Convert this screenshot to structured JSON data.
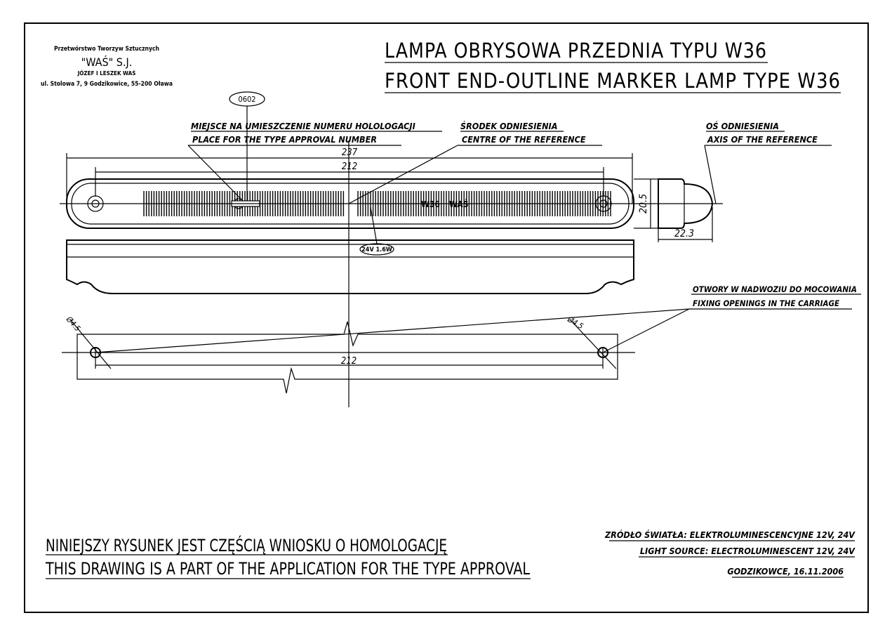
{
  "company": {
    "line1": "Przetwórstwo Tworzyw Sztucznych",
    "line2": "\"WAŚ\" S.J.",
    "line3": "JÓZEF I LESZEK WAŚ",
    "line4": "ul. Stolowa 7, 9 Godzikowice, 55-200 Oława"
  },
  "title": {
    "pl": "LAMPA OBRYSOWA PRZEDNIA TYPU W36",
    "en": "FRONT END-OUTLINE MARKER LAMP TYPE W36"
  },
  "callouts": {
    "approval_code": "0602",
    "rating": "24V  1.6W",
    "lamp_marking": "W36",
    "brand_marking": "WAŚ"
  },
  "labels": {
    "approval_place_pl": "MIEJSCE NA UMIESZCZENIE NUMERU HOLOLOGACJI",
    "approval_place_en": "PLACE FOR THE TYPE APPROVAL NUMBER",
    "centre_pl": "ŚRODEK ODNIESIENIA",
    "centre_en": "CENTRE OF THE REFERENCE",
    "axis_pl": "OŚ ODNIESIENIA",
    "axis_en": "AXIS OF THE REFERENCE",
    "openings_pl": "OTWORY W NADWOZIU DO MOCOWANIA",
    "openings_en": "FIXING OPENINGS IN THE CARRIAGE"
  },
  "dimensions": {
    "overall_length": "237",
    "hole_spacing": "212",
    "height": "20.5",
    "depth": "22.3",
    "hole_spacing_bottom": "212",
    "hole_diameter_left": "Ø4.5",
    "hole_diameter_right": "Ø4.5"
  },
  "footer": {
    "note_pl": "NINIEJSZY RYSUNEK JEST CZĘŚCIĄ WNIOSKU O HOMOLOGACJĘ",
    "note_en": "THIS DRAWING IS A PART OF THE APPLICATION FOR THE TYPE APPROVAL",
    "light_source_pl": "ZRÓDŁO ŚWIATŁA: ELEKTROLUMINESCENCYJNE 12V, 24V",
    "light_source_en": "LIGHT SOURCE: ELECTROLUMINESCENT 12V, 24V",
    "place_date": "GODZIKOWCE, 16.11.2006"
  }
}
